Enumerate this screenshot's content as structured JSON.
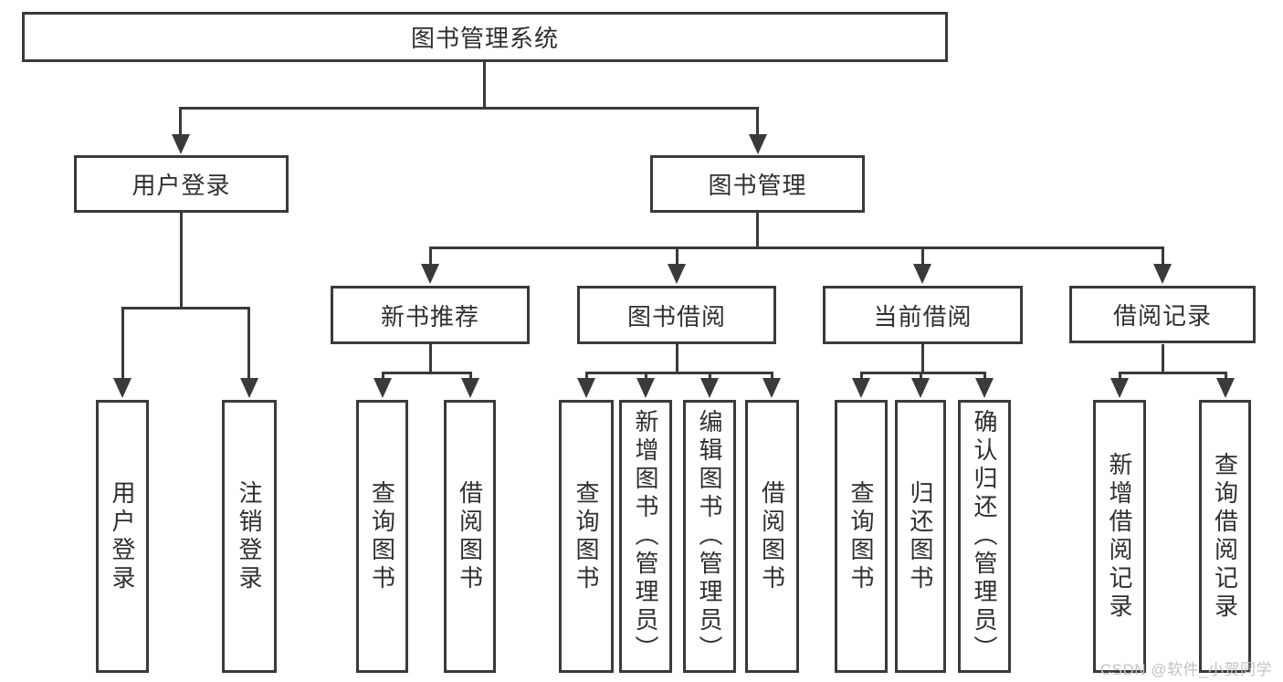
{
  "diagram_title": "图书管理系统",
  "watermark": "CSDN @软件_小贺同学",
  "colors": {
    "line": "#3a3a3a",
    "text": "#2f2f2f",
    "background": "#ffffff",
    "watermark": "#c3c3c3"
  },
  "tree": {
    "label": "图书管理系统",
    "children": [
      {
        "label": "用户登录",
        "children": [
          {
            "label": "用户登录"
          },
          {
            "label": "注销登录"
          }
        ]
      },
      {
        "label": "图书管理",
        "children": [
          {
            "label": "新书推荐",
            "children": [
              {
                "label": "查询图书"
              },
              {
                "label": "借阅图书"
              }
            ]
          },
          {
            "label": "图书借阅",
            "children": [
              {
                "label": "查询图书"
              },
              {
                "label": "新增图书（管理员）"
              },
              {
                "label": "编辑图书（管理员）"
              },
              {
                "label": "借阅图书"
              }
            ]
          },
          {
            "label": "当前借阅",
            "children": [
              {
                "label": "查询图书"
              },
              {
                "label": "归还图书"
              },
              {
                "label": "确认归还（管理员）"
              }
            ]
          },
          {
            "label": "借阅记录",
            "children": [
              {
                "label": "新增借阅记录"
              },
              {
                "label": "查询借阅记录"
              }
            ]
          }
        ]
      }
    ]
  }
}
